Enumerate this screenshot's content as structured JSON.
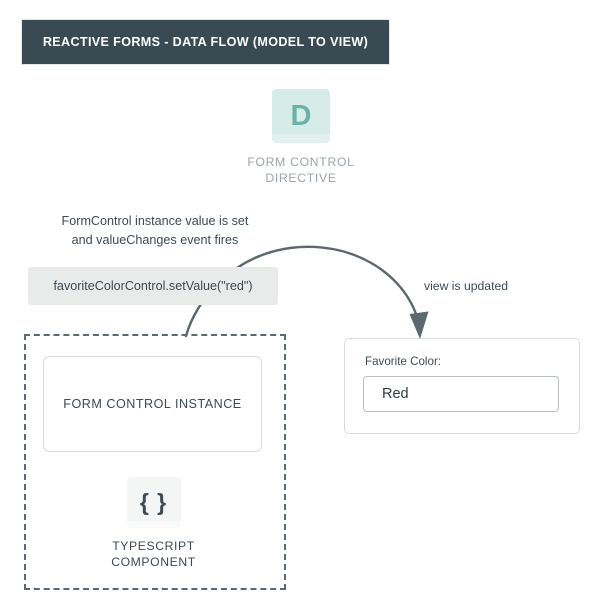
{
  "diagram": {
    "title": "REACTIVE FORMS - DATA FLOW (MODEL TO VIEW)",
    "colors": {
      "title_bar_bg": "#394a52",
      "title_text": "#ffffff",
      "directive_icon_bg": "#d6ece8",
      "directive_icon_fg": "#6cb2a8",
      "directive_label_fg": "#9aa4a9",
      "code_chip_bg": "#e9eaea",
      "body_text": "#3c4a52",
      "arrow_stroke": "#5b686f",
      "dashed_border": "#5b686f",
      "box_border": "#d8dcde",
      "input_border": "#b9bfc2",
      "ts_icon_bg": "#f4f5f5",
      "page_bg": "#ffffff"
    }
  },
  "directive_node": {
    "icon_glyph": "D",
    "icon_name": "directive-d-icon",
    "label_line1": "FORM CONTROL",
    "label_line2": "DIRECTIVE"
  },
  "annotations": {
    "model_line1": "FormControl instance value is set",
    "model_line2": "and valueChanges event fires",
    "view_update": "view is updated"
  },
  "code_chip": {
    "text": "favoriteColorControl.setValue(\"red\")"
  },
  "component": {
    "boundary_style": "dashed",
    "form_control_instance_label": "FORM CONTROL INSTANCE",
    "ts_icon_glyph": "{ }",
    "ts_icon_name": "braces-icon",
    "ts_label_line1": "TYPESCRIPT",
    "ts_label_line2": "COMPONENT"
  },
  "view_card": {
    "field_label": "Favorite Color:",
    "field_value": "Red"
  }
}
